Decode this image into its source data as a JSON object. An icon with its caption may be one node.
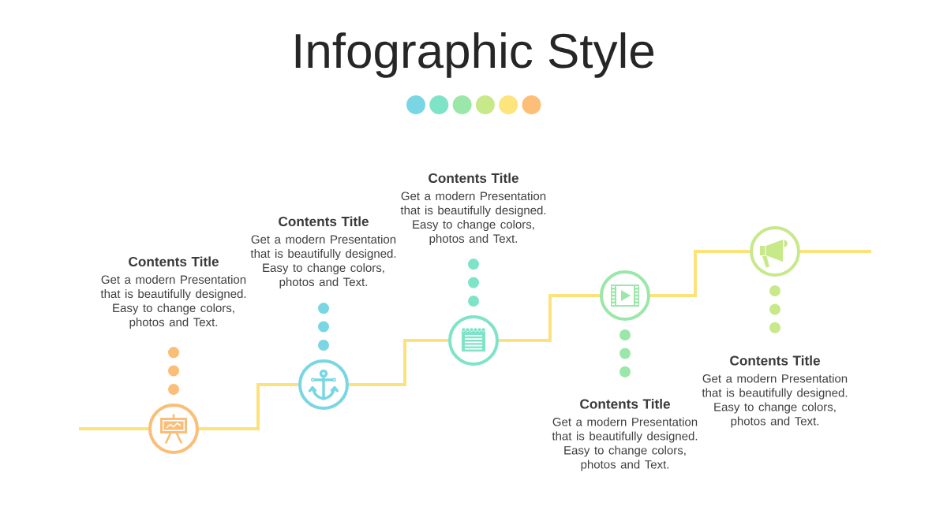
{
  "diagram": {
    "title": "Infographic Style",
    "nodes": [
      {
        "text": [
          "Contents Title",
          "Get a modern Presentation that is beautifully designed. Easy to change colors, photos and Text."
        ]
      },
      {
        "text": [],
        "shape": "circle"
      },
      {
        "text": [
          "Contents Title",
          "Get a modern Presentation that is beautifully designed. Easy to change colors, photos and Text."
        ]
      },
      {
        "text": [],
        "shape": "circle"
      },
      {
        "text": [
          "Contents Title",
          "Get a modern Presentation that is beautifully designed. Easy to change colors, photos and Text."
        ]
      },
      {
        "text": [],
        "shape": "circle"
      },
      {
        "text": [
          "Contents Title",
          "Get a modern Presentation that is beautifully designed. Easy to change colors, photos and Text."
        ]
      },
      {
        "text": [],
        "shape": "circle"
      },
      {
        "text": [
          "Contents Title",
          "Get a modern Presentation that is beautifully designed. Easy to change colors, photos and Text."
        ]
      },
      {
        "text": [],
        "shape": "circle"
      }
    ],
    "edges": [
      {
        "from": null,
        "to": 1,
        "arrow": "none"
      },
      {
        "from": 1,
        "to": 3,
        "arrow": "none"
      },
      {
        "from": 3,
        "to": 5,
        "arrow": "none"
      },
      {
        "from": 5,
        "to": 7,
        "arrow": "none"
      },
      {
        "from": 7,
        "to": 9,
        "arrow": "none"
      },
      {
        "from": 9,
        "to": null,
        "arrow": "none"
      },
      {
        "from": 1,
        "to": 0,
        "arrow": "none",
        "style": "dashed",
        "color": "#fabe78"
      },
      {
        "from": 3,
        "to": 2,
        "arrow": "none",
        "style": "dashed",
        "color": "#7ad6e4"
      },
      {
        "from": 5,
        "to": 4,
        "arrow": "none",
        "style": "dashed",
        "color": "#7fe3c8"
      },
      {
        "from": 7,
        "to": 6,
        "arrow": "none",
        "style": "dashed",
        "color": "#9be7aa"
      },
      {
        "from": 9,
        "to": 8,
        "arrow": "none",
        "style": "dashed",
        "color": "#c7e98a"
      }
    ]
  }
}
